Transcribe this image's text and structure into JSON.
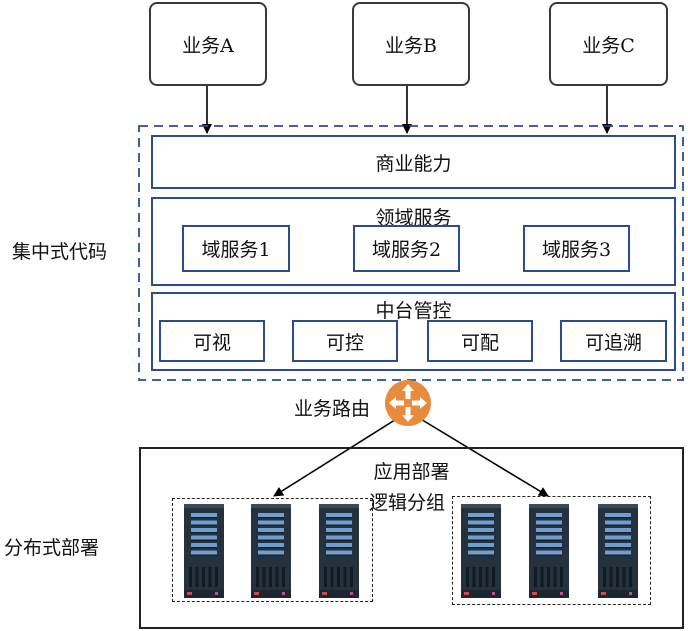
{
  "services": [
    "业务A",
    "业务B",
    "业务C"
  ],
  "centralized": {
    "side_label": "集中式代码",
    "business_capability": "商业能力",
    "domain_services": {
      "title": "领域服务",
      "items": [
        "域服务1",
        "域服务2",
        "域服务3"
      ]
    },
    "middle_platform": {
      "title": "中台管控",
      "items": [
        "可视",
        "可控",
        "可配",
        "可追溯"
      ]
    }
  },
  "router_label": "业务路由",
  "distributed": {
    "side_label": "分布式部署",
    "title": "应用部署",
    "group_label": "逻辑分组"
  },
  "colors": {
    "panel_border": "#2a4d8f",
    "router": "#e98b3d",
    "server_body": "#25323d",
    "server_slot": "#6f9fd0"
  }
}
